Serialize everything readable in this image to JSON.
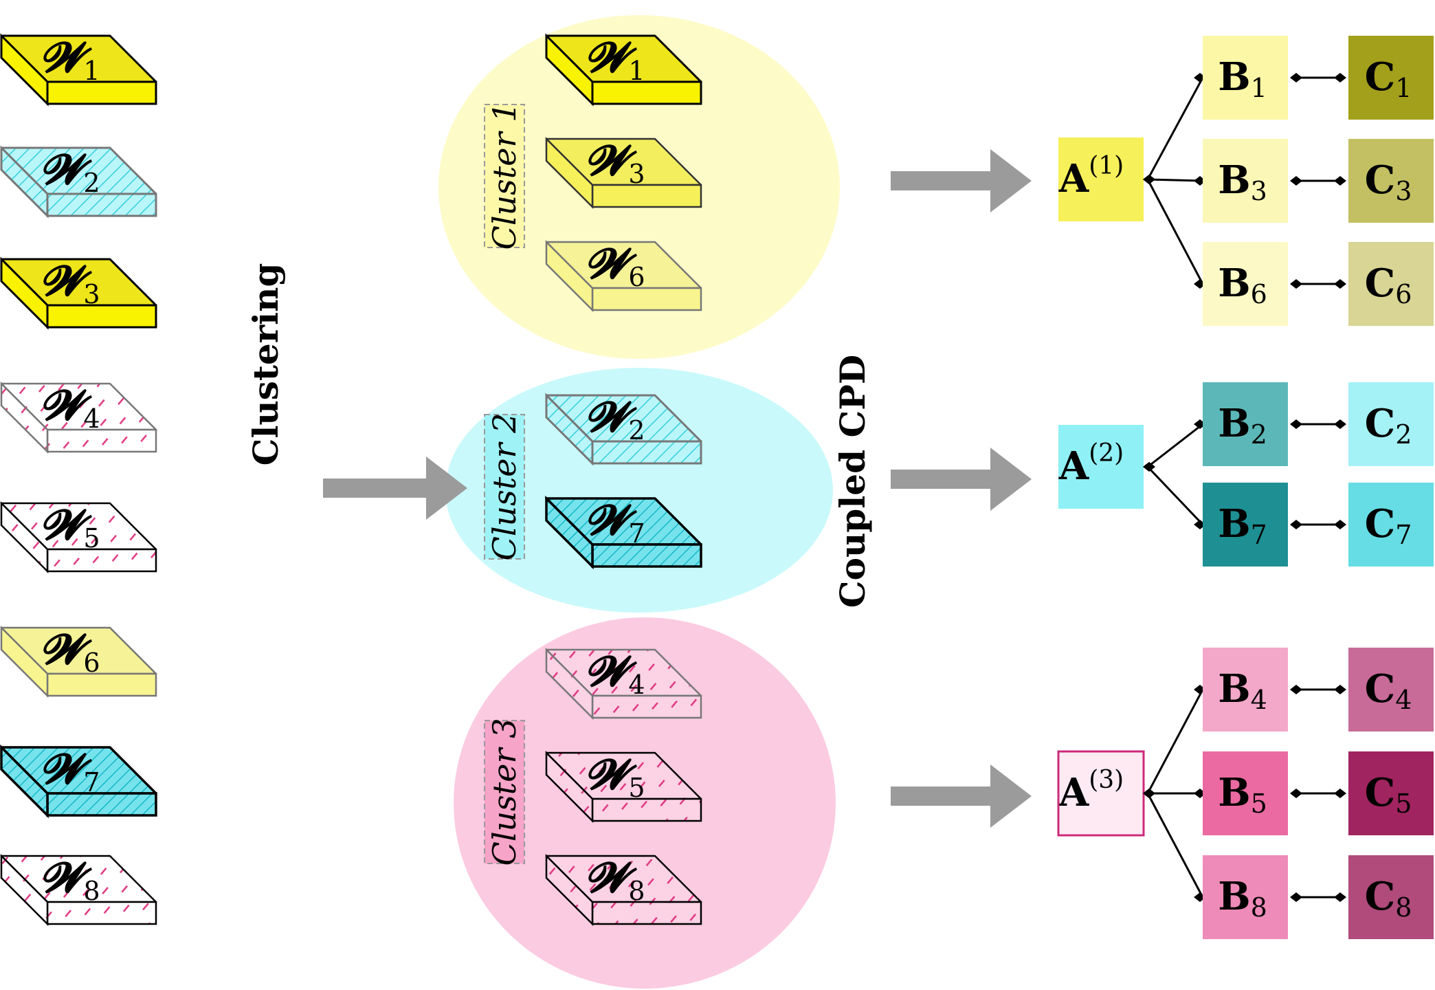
{
  "colors": {
    "yellow": "#f4ef1a",
    "yellow_light": "#f7f07a",
    "cyan": "#7fe6ee",
    "cyan_hatch": "#2ec9d8",
    "pink_hatch": "#e0357f",
    "cluster1_bg": "#fdfbc8",
    "cluster2_bg": "#c9f9fb",
    "cluster3_bg": "#fbcbe1",
    "arrow": "#9b9b9b"
  },
  "stage_labels": {
    "clustering": "Clustering",
    "coupled_cpd": "Coupled CPD"
  },
  "tensors": [
    {
      "sym": "𝓦",
      "sub": "1",
      "style": "yellow"
    },
    {
      "sym": "𝓦",
      "sub": "2",
      "style": "cyan-sketch"
    },
    {
      "sym": "𝓦",
      "sub": "3",
      "style": "yellow"
    },
    {
      "sym": "𝓦",
      "sub": "4",
      "style": "pink-dash-grey"
    },
    {
      "sym": "𝓦",
      "sub": "5",
      "style": "pink-dash"
    },
    {
      "sym": "𝓦",
      "sub": "6",
      "style": "yellow-light"
    },
    {
      "sym": "𝓦",
      "sub": "7",
      "style": "cyan-sketch-dark"
    },
    {
      "sym": "𝓦",
      "sub": "8",
      "style": "pink-dash"
    }
  ],
  "clusters": [
    {
      "label": "Cluster 1",
      "members": [
        {
          "sym": "𝓦",
          "sub": "1",
          "style": "yellow"
        },
        {
          "sym": "𝓦",
          "sub": "3",
          "style": "yellow-mid"
        },
        {
          "sym": "𝓦",
          "sub": "6",
          "style": "yellow-light"
        }
      ],
      "factor": {
        "sym": "A",
        "sup": "(1)"
      },
      "branches": [
        {
          "b": "B",
          "b_sub": "1",
          "c": "C",
          "c_sub": "1",
          "b_color": "#fbf7a6",
          "c_color": "#a3a01b"
        },
        {
          "b": "B",
          "b_sub": "3",
          "c": "C",
          "c_sub": "3",
          "b_color": "#fbf7b6",
          "c_color": "#c3c063"
        },
        {
          "b": "B",
          "b_sub": "6",
          "c": "C",
          "c_sub": "6",
          "b_color": "#fcf9c6",
          "c_color": "#d8d595"
        }
      ]
    },
    {
      "label": "Cluster 2",
      "members": [
        {
          "sym": "𝓦",
          "sub": "2",
          "style": "cyan-sketch"
        },
        {
          "sym": "𝓦",
          "sub": "7",
          "style": "cyan-sketch-dark"
        }
      ],
      "factor": {
        "sym": "A",
        "sup": "(2)"
      },
      "branches": [
        {
          "b": "B",
          "b_sub": "2",
          "c": "C",
          "c_sub": "2",
          "b_color": "#5cb8b8",
          "c_color": "#a4f2f5"
        },
        {
          "b": "B",
          "b_sub": "7",
          "c": "C",
          "c_sub": "7",
          "b_color": "#1e8f93",
          "c_color": "#66dde4"
        }
      ]
    },
    {
      "label": "Cluster 3",
      "members": [
        {
          "sym": "𝓦",
          "sub": "4",
          "style": "pink-dash-grey"
        },
        {
          "sym": "𝓦",
          "sub": "5",
          "style": "pink-dash"
        },
        {
          "sym": "𝓦",
          "sub": "8",
          "style": "pink-dash"
        }
      ],
      "factor": {
        "sym": "A",
        "sup": "(3)"
      },
      "branches": [
        {
          "b": "B",
          "b_sub": "4",
          "c": "C",
          "c_sub": "4",
          "b_color": "#f3a7c9",
          "c_color": "#c86b98"
        },
        {
          "b": "B",
          "b_sub": "5",
          "c": "C",
          "c_sub": "5",
          "b_color": "#ea6aa1",
          "c_color": "#a0245f"
        },
        {
          "b": "B",
          "b_sub": "8",
          "c": "C",
          "c_sub": "8",
          "b_color": "#ee8bb8",
          "c_color": "#b04b7c"
        }
      ]
    }
  ]
}
